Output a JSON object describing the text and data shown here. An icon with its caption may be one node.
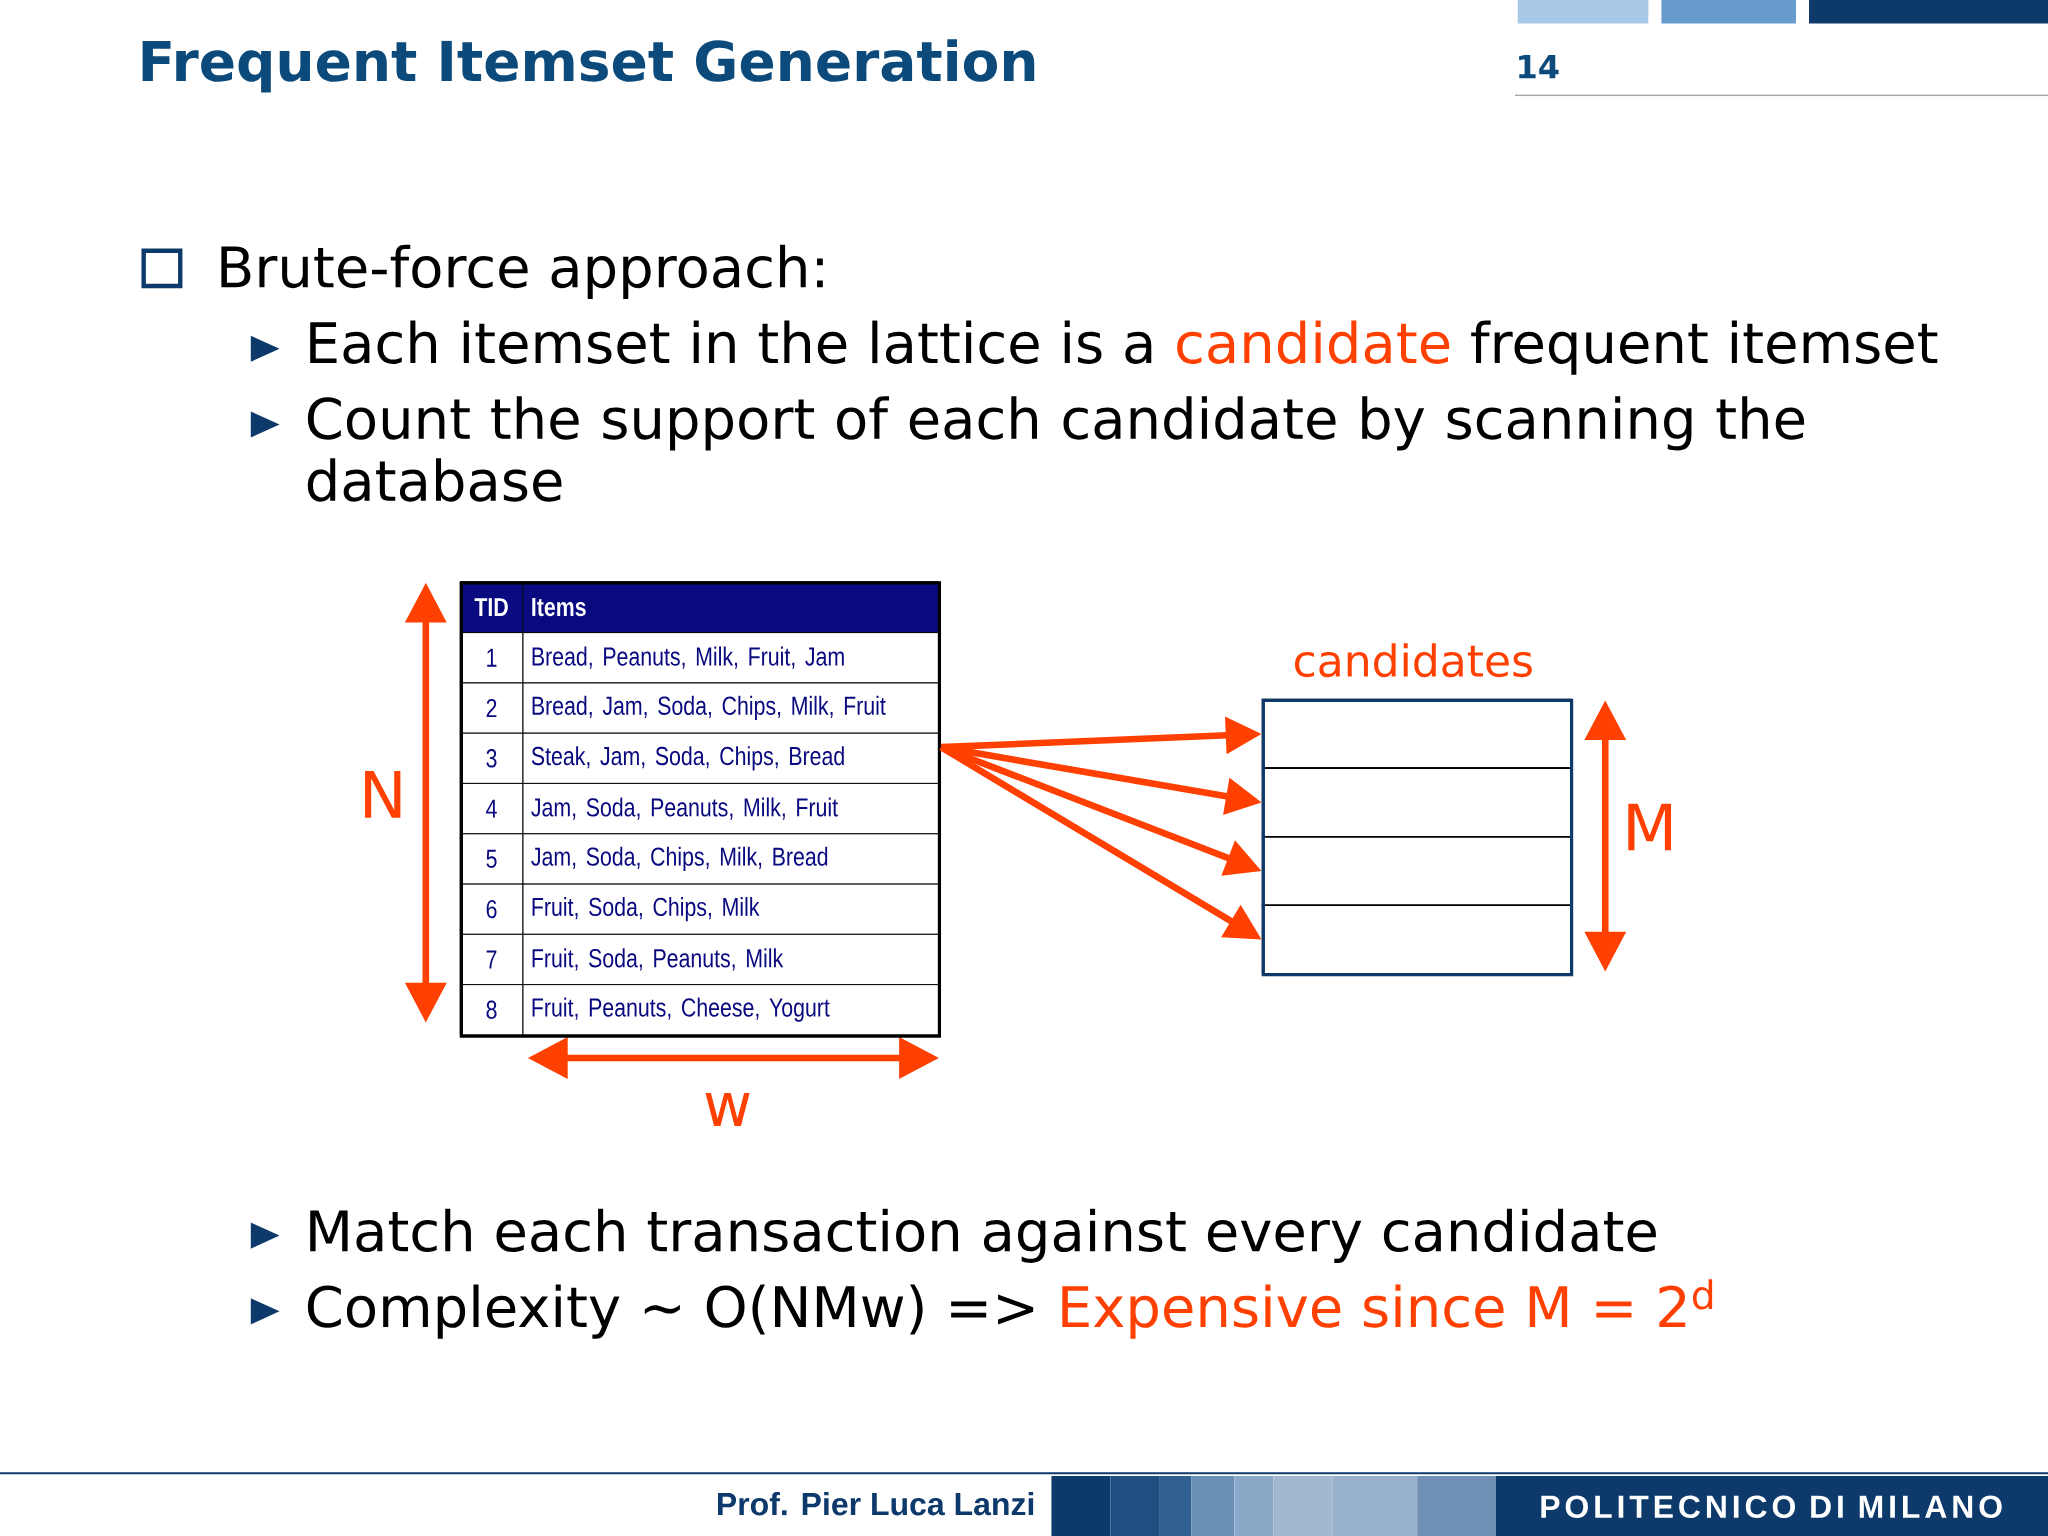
{
  "diagram": {
    "title": "Frequent Itemset Generation",
    "nodes": [
      {
        "text": [
          "TID",
          "Items",
          "1",
          "Bread, Peanuts, Milk, Fruit, Jam",
          "2",
          "Bread, Jam, Soda, Chips, Milk, Fruit",
          "3",
          "Steak, Jam, Soda, Chips, Bread",
          "4",
          "Jam, Soda, Peanuts, Milk, Fruit",
          "5",
          "Jam, Soda, Chips, Milk, Bread",
          "6",
          "Fruit, Soda, Chips, Milk",
          "7",
          "Fruit, Soda, Peanuts, Milk",
          "8",
          "Fruit, Peanuts, Cheese, Yogurt"
        ]
      },
      {
        "text": [
          "candidates"
        ]
      },
      {
        "text": [],
        "shape": "box",
        "in": 1
      },
      {
        "text": [],
        "shape": "box",
        "in": 1
      },
      {
        "text": [],
        "shape": "box",
        "in": 1
      },
      {
        "text": [],
        "shape": "box",
        "in": 1
      }
    ],
    "edges": [
      {
        "from": 0,
        "to": 2,
        "arrow": "to"
      },
      {
        "from": 0,
        "to": 3,
        "arrow": "to"
      },
      {
        "from": 0,
        "to": 4,
        "arrow": "to"
      },
      {
        "from": 0,
        "to": 5,
        "arrow": "to"
      }
    ],
    "labels": [
      "14",
      "Brute-force approach:",
      "Each itemset in the lattice is a",
      "candidate",
      "frequent itemset",
      "Count the support of each candidate by scanning the database",
      "N",
      "w",
      "M",
      "Match each transaction against every candidate",
      "Complexity ~ O(NMw) =>",
      "Expensive since M = 2$^{d}$",
      "Prof. Pier Luca Lanzi",
      "POLITECNICO DI MILANO"
    ]
  }
}
